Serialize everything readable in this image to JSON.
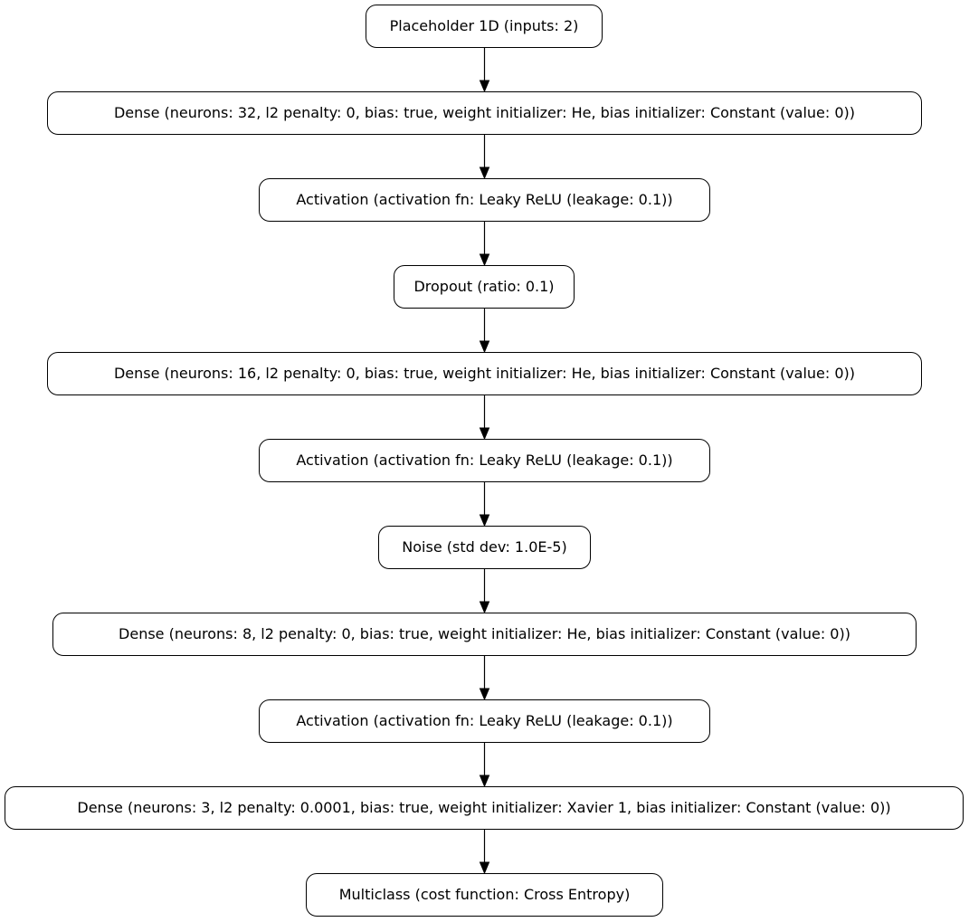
{
  "diagram": {
    "nodes": [
      {
        "id": "n0",
        "label": "Placeholder 1D (inputs: 2)"
      },
      {
        "id": "n1",
        "label": "Dense (neurons: 32, l2 penalty: 0, bias: true, weight initializer: He, bias initializer: Constant (value: 0))"
      },
      {
        "id": "n2",
        "label": "Activation (activation fn: Leaky ReLU (leakage: 0.1))"
      },
      {
        "id": "n3",
        "label": "Dropout (ratio: 0.1)"
      },
      {
        "id": "n4",
        "label": "Dense (neurons: 16, l2 penalty: 0, bias: true, weight initializer: He, bias initializer: Constant (value: 0))"
      },
      {
        "id": "n5",
        "label": "Activation (activation fn: Leaky ReLU (leakage: 0.1))"
      },
      {
        "id": "n6",
        "label": "Noise (std dev: 1.0E-5)"
      },
      {
        "id": "n7",
        "label": "Dense (neurons: 8, l2 penalty: 0, bias: true, weight initializer: He, bias initializer: Constant (value: 0))"
      },
      {
        "id": "n8",
        "label": "Activation (activation fn: Leaky ReLU (leakage: 0.1))"
      },
      {
        "id": "n9",
        "label": "Dense (neurons: 3, l2 penalty: 0.0001, bias: true, weight initializer: Xavier 1, bias initializer: Constant (value: 0))"
      },
      {
        "id": "n10",
        "label": "Multiclass (cost function: Cross Entropy)"
      }
    ],
    "edges": [
      [
        "n0",
        "n1"
      ],
      [
        "n1",
        "n2"
      ],
      [
        "n2",
        "n3"
      ],
      [
        "n3",
        "n4"
      ],
      [
        "n4",
        "n5"
      ],
      [
        "n5",
        "n6"
      ],
      [
        "n6",
        "n7"
      ],
      [
        "n7",
        "n8"
      ],
      [
        "n8",
        "n9"
      ],
      [
        "n9",
        "n10"
      ]
    ]
  }
}
